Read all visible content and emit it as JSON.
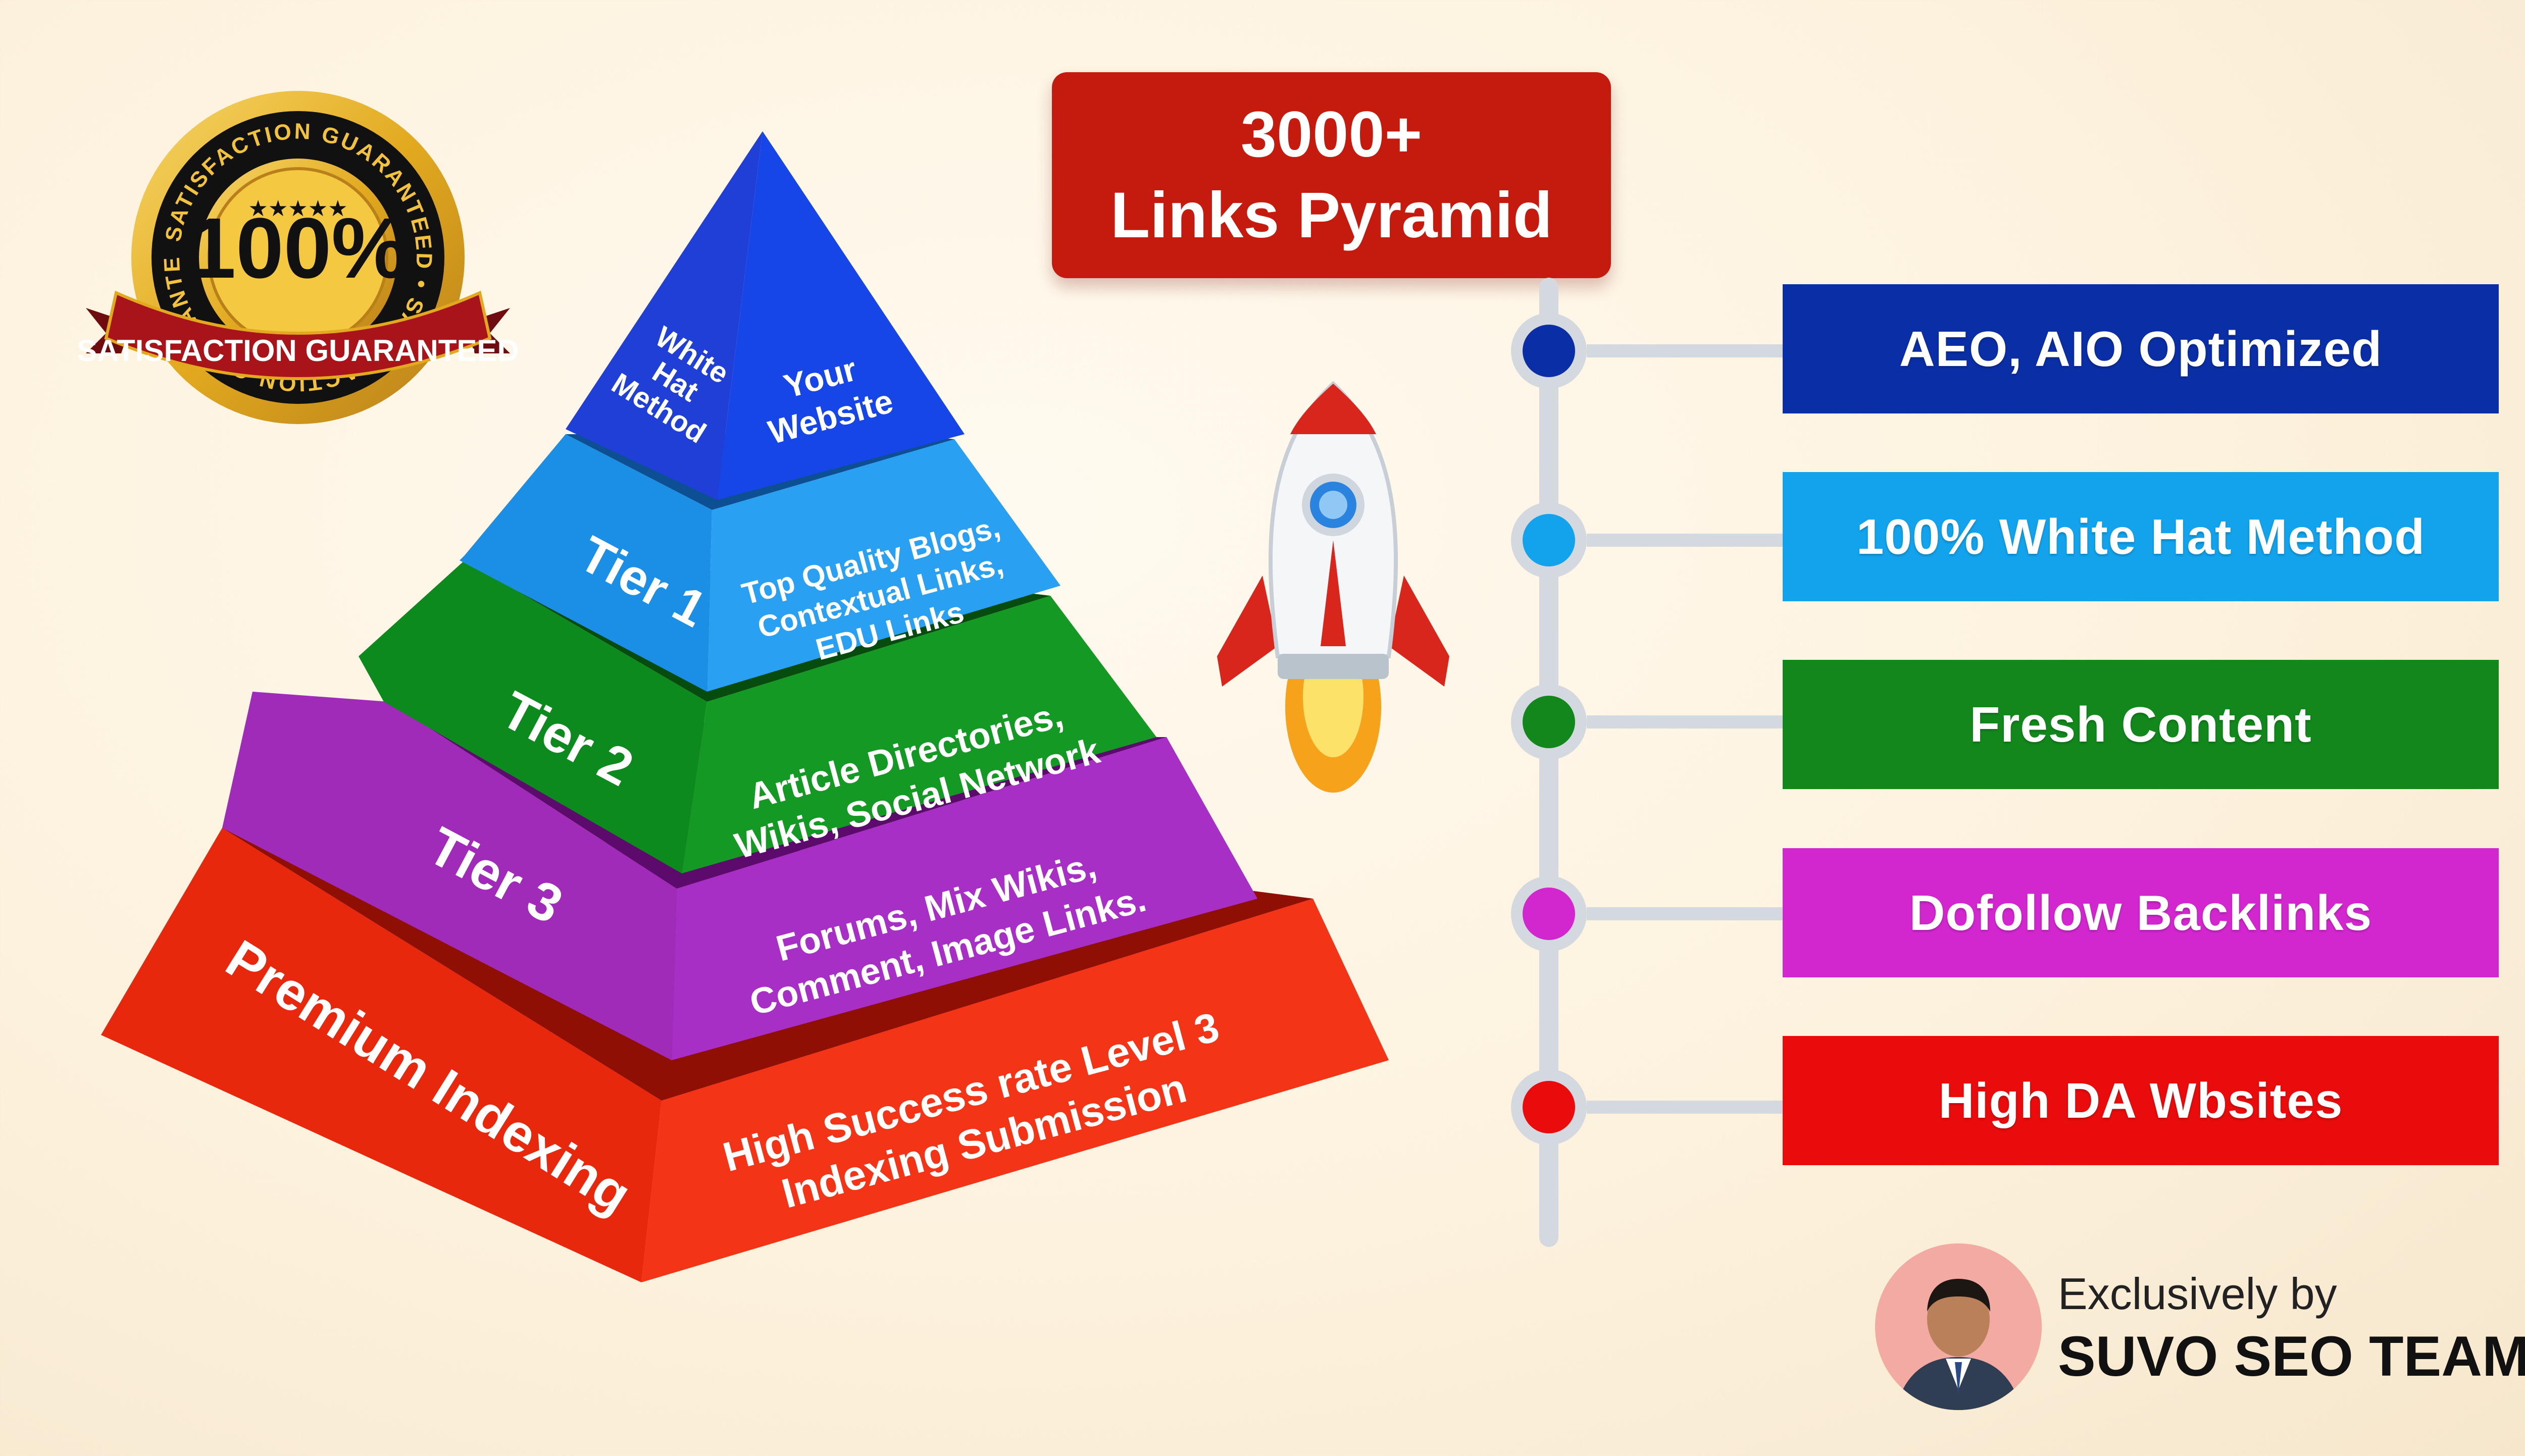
{
  "badge": {
    "big_text": "100%",
    "ring_text": "SATISFACTION GUARANTEED",
    "ribbon_text": "SATISFACTION GUARANTEED",
    "stars": "★★★★★",
    "colors": {
      "gold": "#e6b22a",
      "black": "#111111",
      "ribbon": "#a8141a"
    }
  },
  "title": {
    "line1": "3000+",
    "line2": "Links Pyramid",
    "color": "#c41b0e"
  },
  "pyramid": {
    "apex": {
      "left_label": [
        "White",
        "Hat",
        "Method"
      ],
      "right_label": [
        "Your",
        "Website"
      ]
    },
    "tier1": {
      "label": "Tier 1",
      "desc": [
        "Top Quality Blogs,",
        "Contextual Links,",
        "EDU Links"
      ]
    },
    "tier2": {
      "label": "Tier 2",
      "desc": [
        "Article Directories,",
        "Wikis, Social Network"
      ]
    },
    "tier3": {
      "label": "Tier 3",
      "desc": [
        "Forums, Mix Wikis,",
        "Comment, Image Links."
      ]
    },
    "base": {
      "label": "Premium Indexing",
      "desc": [
        "High Success rate Level 3",
        "Indexing Submission"
      ]
    },
    "colors": {
      "apex": "#1f3fd6",
      "tier1": "#1b8fe6",
      "tier2": "#0d8a1e",
      "tier3": "#9f2bb8",
      "base": "#e8280c"
    }
  },
  "features": [
    {
      "label": "AEO, AIO Optimized",
      "color": "#0a2ea5",
      "dot": "#0a2ea5"
    },
    {
      "label": "100% White Hat Method",
      "color": "#12a3ec",
      "dot": "#12a3ec"
    },
    {
      "label": "Fresh Content",
      "color": "#12881c",
      "dot": "#12881c"
    },
    {
      "label": "Dofollow Backlinks",
      "color": "#d227cf",
      "dot": "#d227cf"
    },
    {
      "label": "High DA Wbsites",
      "color": "#ea0c0c",
      "dot": "#ea0c0c"
    }
  ],
  "credits": {
    "by": "Exclusively by",
    "team": "SUVO SEO TEAM"
  },
  "icons": {
    "rocket": "rocket-icon",
    "avatar": "avatar"
  }
}
